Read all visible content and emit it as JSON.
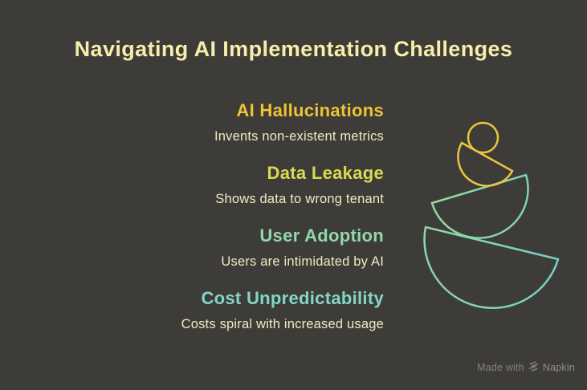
{
  "title": "Navigating AI Implementation Challenges",
  "challenges": [
    {
      "heading": "AI Hallucinations",
      "description": "Invents non-existent metrics",
      "heading_color": "#eec434"
    },
    {
      "heading": "Data Leakage",
      "description": "Shows data to wrong tenant",
      "heading_color": "#d8da52"
    },
    {
      "heading": "User Adoption",
      "description": "Users are intimidated by AI",
      "heading_color": "#92d7ad"
    },
    {
      "heading": "Cost Unpredictability",
      "description": "Costs spiral with increased usage",
      "heading_color": "#82d7c7"
    }
  ],
  "illustration": {
    "name": "stacked-balancing-bowls",
    "circle_color": "#edc63c",
    "small_bowl_color": "#edc63c",
    "medium_bowl_gradient": [
      "#98d79e",
      "#7cd3ba"
    ],
    "large_bowl_gradient": [
      "#8cd7a8",
      "#75d2c8"
    ]
  },
  "watermark": {
    "prefix": "Made with",
    "brand": "Napkin"
  },
  "theme": {
    "background": "#3e3c38",
    "title_color": "#f6eeab",
    "body_text_color": "#f1ebc3",
    "watermark_color": "#85827c"
  }
}
